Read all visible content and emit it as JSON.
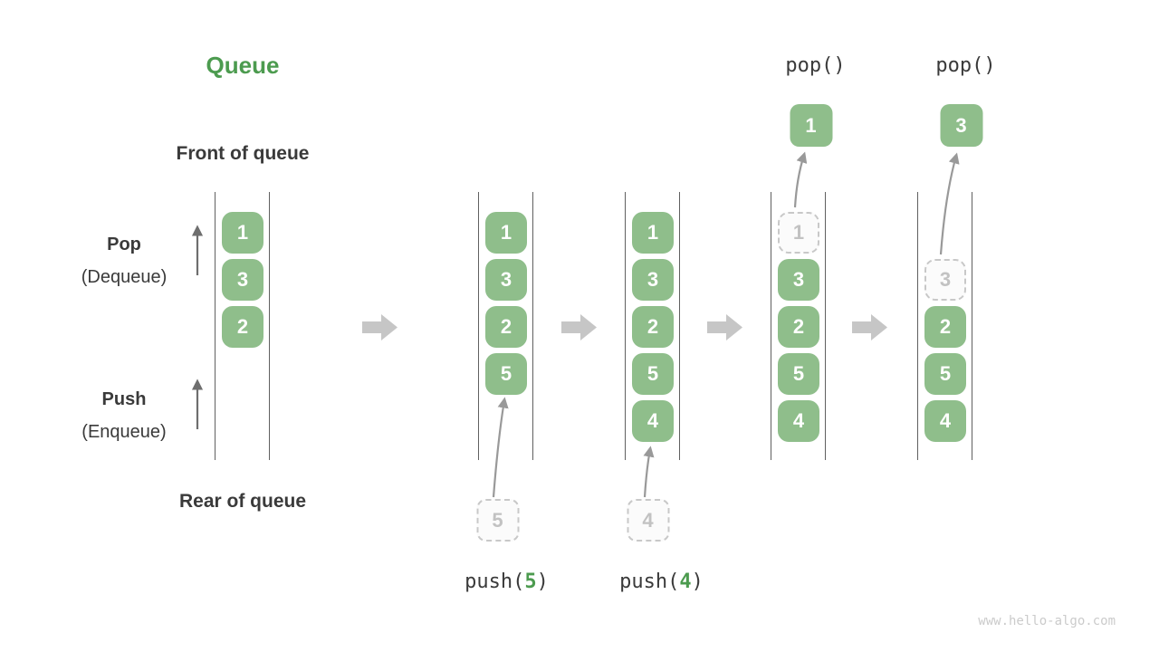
{
  "page": {
    "title": "Queue",
    "watermark": "www.hello-algo.com"
  },
  "labels": {
    "front": "Front of queue",
    "rear": "Rear of queue",
    "pop": "Pop",
    "pop_sub": "(Dequeue)",
    "push": "Push",
    "push_sub": "(Enqueue)"
  },
  "colors": {
    "cell_green": "#8FBE8B",
    "title_green": "#4C9B4F",
    "label_dark": "#3A3A3A",
    "wall_gray": "#606060",
    "block_arrow_gray": "#C6C6C6",
    "dashed_gray": "#C8C8C8",
    "thin_arrow_gray": "#999999",
    "watermark_gray": "#CBCBCB"
  },
  "queues": [
    {
      "name": "initial",
      "start_row": 0,
      "cells": [
        {
          "value": "1",
          "dashed": false
        },
        {
          "value": "3",
          "dashed": false
        },
        {
          "value": "2",
          "dashed": false
        }
      ]
    },
    {
      "name": "after-push-5",
      "start_row": 0,
      "cells": [
        {
          "value": "1",
          "dashed": false
        },
        {
          "value": "3",
          "dashed": false
        },
        {
          "value": "2",
          "dashed": false
        },
        {
          "value": "5",
          "dashed": false
        }
      ],
      "incoming": "5",
      "op_bottom": {
        "prefix": "push(",
        "value": "5",
        "suffix": ")"
      }
    },
    {
      "name": "after-push-4",
      "start_row": 0,
      "cells": [
        {
          "value": "1",
          "dashed": false
        },
        {
          "value": "3",
          "dashed": false
        },
        {
          "value": "2",
          "dashed": false
        },
        {
          "value": "5",
          "dashed": false
        },
        {
          "value": "4",
          "dashed": false
        }
      ],
      "incoming": "4",
      "op_bottom": {
        "prefix": "push(",
        "value": "4",
        "suffix": ")"
      }
    },
    {
      "name": "after-pop-1",
      "start_row": 0,
      "cells": [
        {
          "value": "1",
          "dashed": true
        },
        {
          "value": "3",
          "dashed": false
        },
        {
          "value": "2",
          "dashed": false
        },
        {
          "value": "5",
          "dashed": false
        },
        {
          "value": "4",
          "dashed": false
        }
      ],
      "popped": "1",
      "op_top": "pop()"
    },
    {
      "name": "after-pop-3",
      "start_row": 1,
      "cells": [
        {
          "value": "3",
          "dashed": true
        },
        {
          "value": "2",
          "dashed": false
        },
        {
          "value": "5",
          "dashed": false
        },
        {
          "value": "4",
          "dashed": false
        }
      ],
      "popped": "3",
      "op_top": "pop()"
    }
  ]
}
